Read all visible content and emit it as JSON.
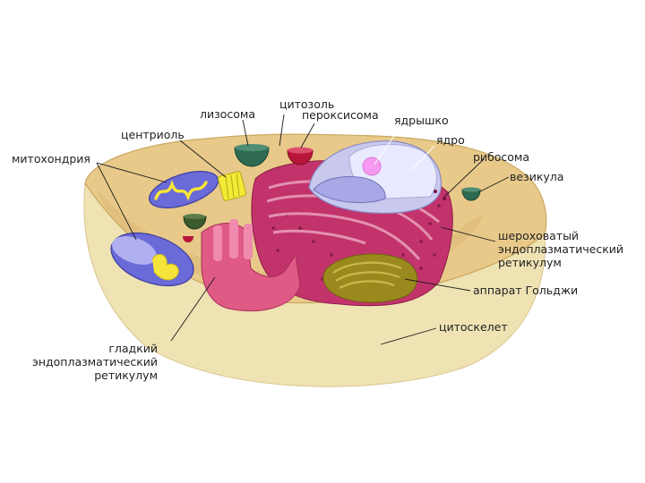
{
  "diagram": {
    "labels": {
      "cytosol": "цитозоль",
      "lysosome": "лизосома",
      "peroxisome": "пероксисома",
      "centriole": "центриоль",
      "nucleolus": "ядрышко",
      "nucleus": "ядро",
      "mitochondria": "митохондрия",
      "ribosome": "рибосома",
      "vesicle": "везикула",
      "rough_er_1": "шероховатый",
      "rough_er_2": "эндоплазматический",
      "rough_er_3": "ретикулум",
      "golgi": "аппарат Гольджи",
      "cytoskeleton": "цитоскелет",
      "smooth_er_1": "гладкий",
      "smooth_er_2": "эндоплазматический",
      "smooth_er_3": "ретикулум"
    },
    "colors": {
      "cytoplasm": "#E8C98A",
      "cell_side": "#EFE3B4",
      "rough_er": "#C2336B",
      "smooth_er": "#E05A86",
      "nucleus": "#E9E9FF",
      "nucleolus": "#F59AF0",
      "mitochondria": "#6A6AD8",
      "cristae": "#F5E43A",
      "golgi": "#9A8A1E",
      "lysosome": "#2E6B52",
      "peroxisome": "#B8153A",
      "centriole": "#F2EA35"
    }
  }
}
